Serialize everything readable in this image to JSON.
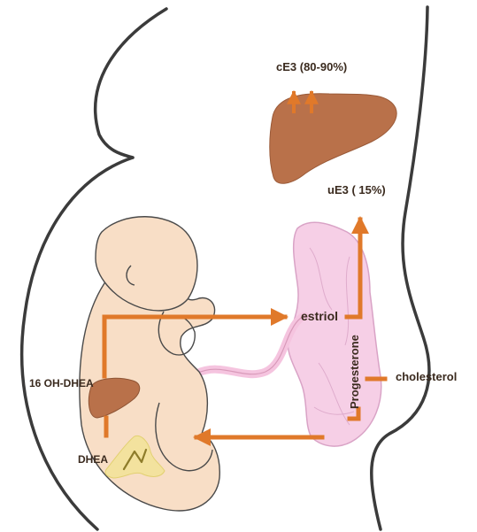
{
  "labels": {
    "ce3": "cE3 (80-90%)",
    "ue3": "uE3 ( 15%)",
    "estriol": "estriol",
    "progesterone": "Progesterone",
    "cholesterol": "cholesterol",
    "oh_dhea": "16 OH-DHEA",
    "dhea": "DHEA"
  },
  "colors": {
    "arrow": "#e0792a",
    "liver": "#b9714a",
    "placenta": "#f6cfe6",
    "skin": "#f8dec6",
    "outline": "#3b3b3b",
    "adrenal": "#f3e39a"
  }
}
